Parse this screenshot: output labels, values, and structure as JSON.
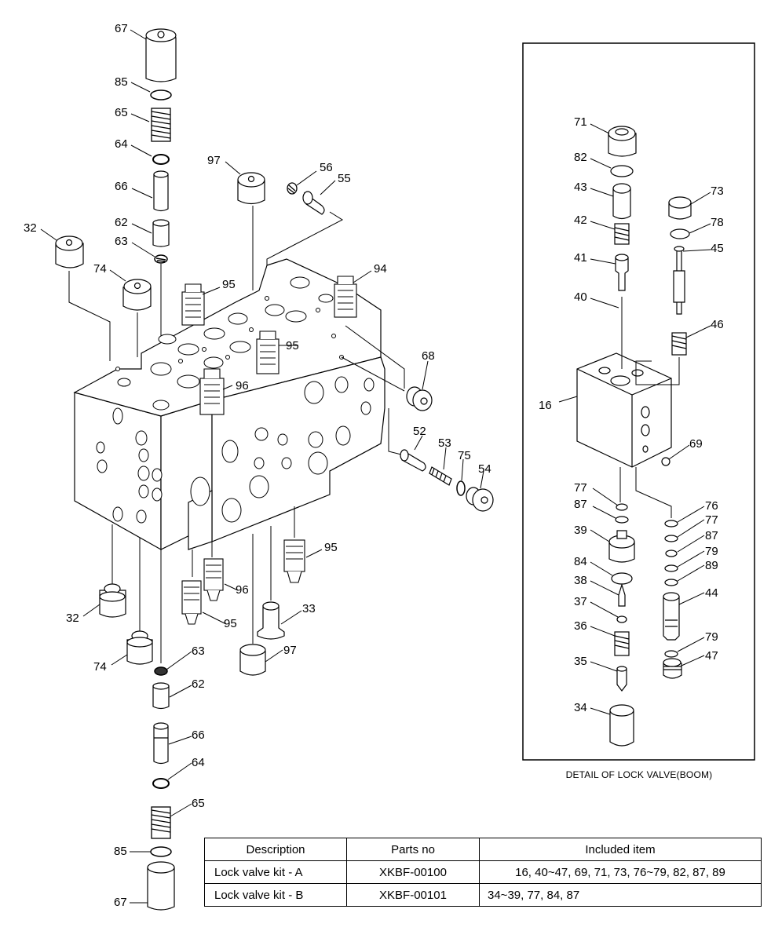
{
  "caption": "DETAIL OF LOCK VALVE(BOOM)",
  "table": {
    "headers": [
      "Description",
      "Parts no",
      "Included item"
    ],
    "rows": [
      [
        "Lock valve kit - A",
        "XKBF-00100",
        "16, 40~47, 69, 71, 73, 76~79, 82, 87, 89"
      ],
      [
        "Lock valve kit - B",
        "XKBF-00101",
        "34~39, 77, 84, 87"
      ]
    ]
  },
  "callouts": [
    "67",
    "85",
    "65",
    "64",
    "66",
    "62",
    "63",
    "32",
    "74",
    "97",
    "56",
    "55",
    "95",
    "94",
    "95",
    "96",
    "68",
    "52",
    "53",
    "75",
    "54",
    "95",
    "96",
    "95",
    "33",
    "32",
    "74",
    "97",
    "63",
    "62",
    "66",
    "64",
    "65",
    "85",
    "67",
    "71",
    "82",
    "43",
    "42",
    "41",
    "40",
    "73",
    "78",
    "45",
    "46",
    "16",
    "69",
    "77",
    "87",
    "39",
    "84",
    "38",
    "37",
    "36",
    "35",
    "34",
    "76",
    "77",
    "87",
    "79",
    "89",
    "44",
    "79",
    "47"
  ]
}
